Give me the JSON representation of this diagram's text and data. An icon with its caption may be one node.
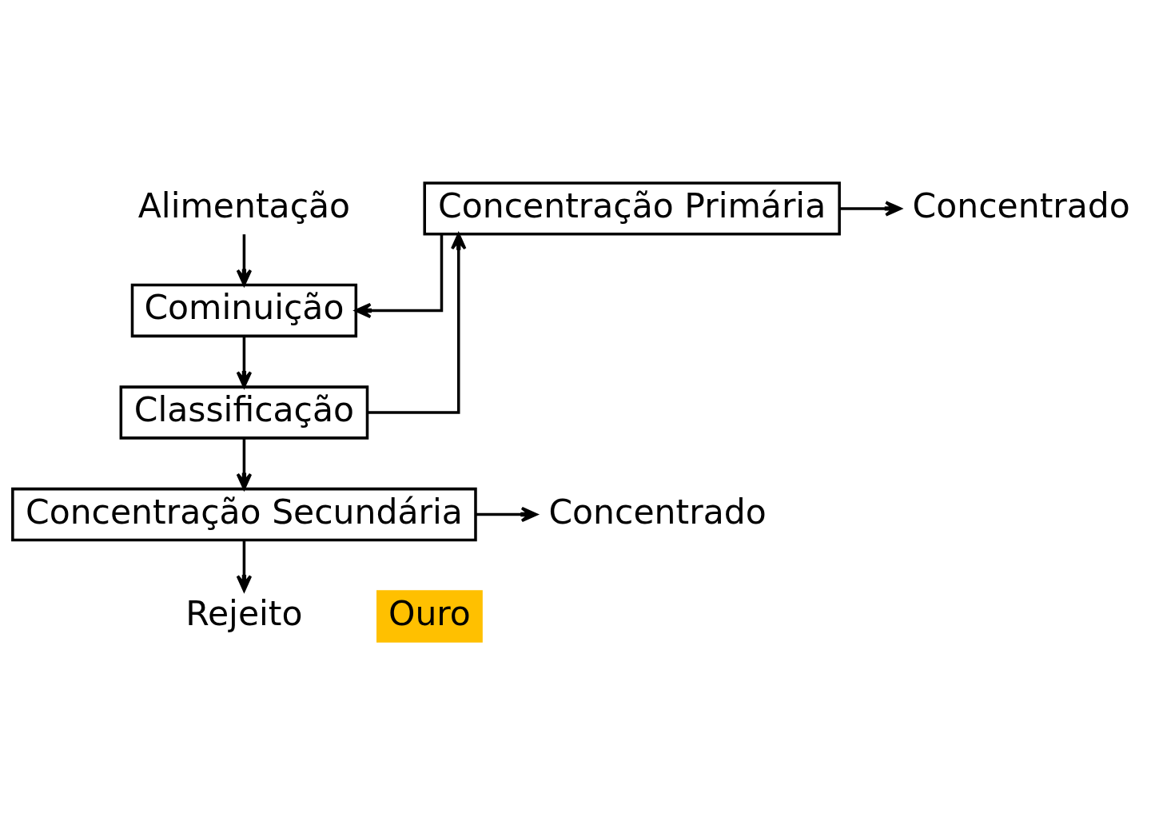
{
  "diagram": {
    "nodes": [
      {
        "text": [
          "Alimentação"
        ]
      },
      {
        "text": [
          "Cominuição"
        ]
      },
      {
        "text": [
          "Concentração Primária"
        ]
      },
      {
        "text": [
          "Classificação"
        ]
      },
      {
        "text": [
          "Concentrado"
        ]
      },
      {
        "text": [
          "Concentração Secundária"
        ]
      },
      {
        "text": [
          "Concentrado"
        ]
      },
      {
        "text": [
          "Rejeito"
        ]
      },
      {
        "text": [
          "Ouro"
        ]
      }
    ],
    "edges": [
      {
        "from": 0,
        "to": 1,
        "arrow": "to"
      },
      {
        "from": 1,
        "to": 3,
        "arrow": "to"
      },
      {
        "from": 3,
        "to": 2,
        "arrow": "to"
      },
      {
        "from": 2,
        "to": 1,
        "arrow": "to"
      },
      {
        "from": 2,
        "to": 4,
        "arrow": "to"
      },
      {
        "from": 3,
        "to": 5,
        "arrow": "to"
      },
      {
        "from": 5,
        "to": 6,
        "arrow": "to"
      },
      {
        "from": 5,
        "to": 7,
        "arrow": "to"
      }
    ]
  }
}
